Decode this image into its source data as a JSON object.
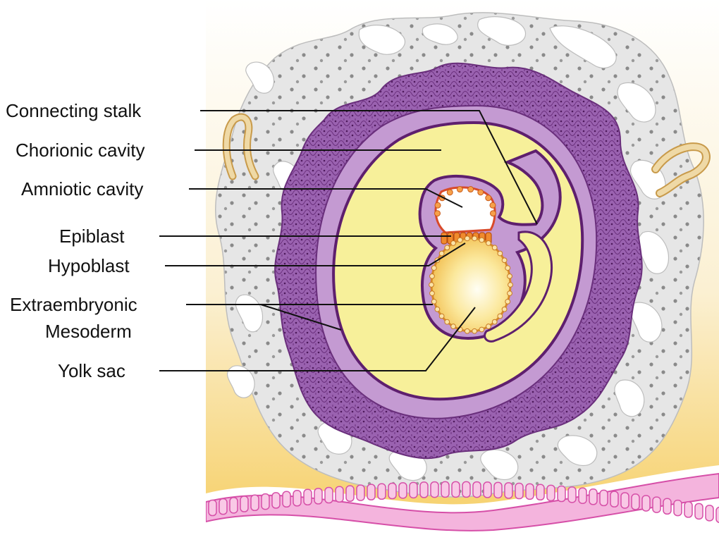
{
  "labels": {
    "connecting_stalk": "Connecting stalk",
    "chorionic_cavity": "Chorionic cavity",
    "amniotic_cavity": "Amniotic cavity",
    "epiblast": "Epiblast",
    "hypoblast": "Hypoblast",
    "extraembryonic_line1": "Extraembryonic",
    "extraembryonic_line2": "Mesoderm",
    "yolk_sac": "Yolk sac"
  },
  "colors": {
    "background_top": "#ffffff",
    "background_bottom": "#f6cf66",
    "decidua_gray": "#e6e6e6",
    "decidua_dots": "#8a8a8a",
    "trophoblast_purple": "#9a62b0",
    "trophoblast_cell_line": "#6a2f7c",
    "mesoderm_lavender": "#c49ad2",
    "chorionic_yellow": "#f7f09a",
    "outline_dark_purple": "#5e1f6e",
    "amniotic_white": "#ffffff",
    "epiblast_orange": "#f08a2d",
    "yolk_sac_center": "#fffbe8",
    "yolk_sac_edge": "#f4c75a",
    "endometrium_pink": "#f0a8d8",
    "gland_tan": "#efd9a6",
    "leader_line": "#111111"
  }
}
